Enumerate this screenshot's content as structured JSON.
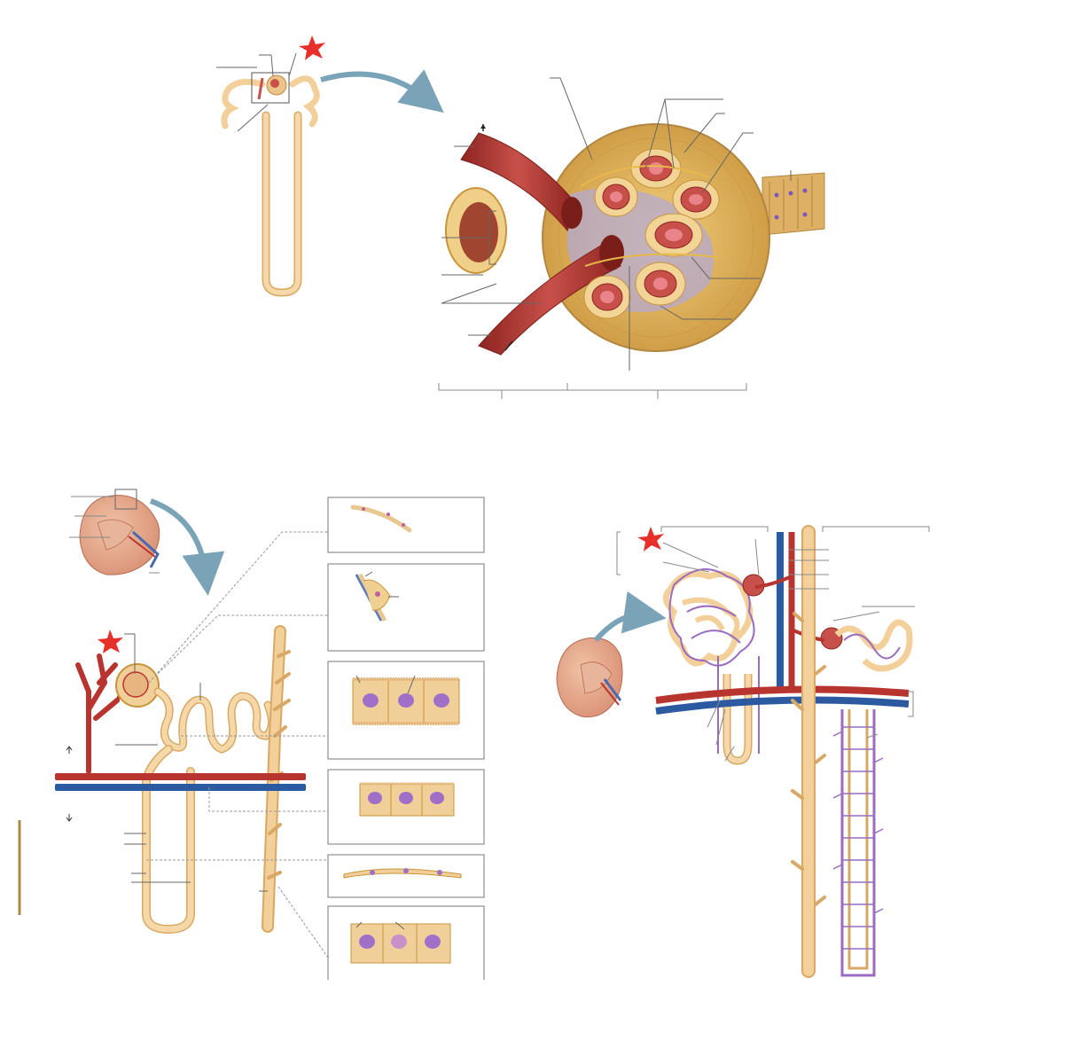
{
  "figure": {
    "panels": [
      {
        "id": "renal-corpuscle",
        "marker": "star"
      },
      {
        "id": "nephron-histology",
        "marker": "star"
      },
      {
        "id": "nephron-vasculature",
        "marker": "star"
      }
    ],
    "label_text": [],
    "colors": {
      "tubule": "#f3cf9a",
      "tubule_outline": "#d9a864",
      "artery": "#b8342e",
      "vein": "#2c5aa0",
      "capillary": "#9a6cc0",
      "capsule": "#d9a850",
      "glomerulus_loop": "#c8504a",
      "marker": "#e8302a",
      "arrow": "#7aa3b8",
      "leader": "#666666",
      "scale_bar": "#a88a40"
    }
  }
}
